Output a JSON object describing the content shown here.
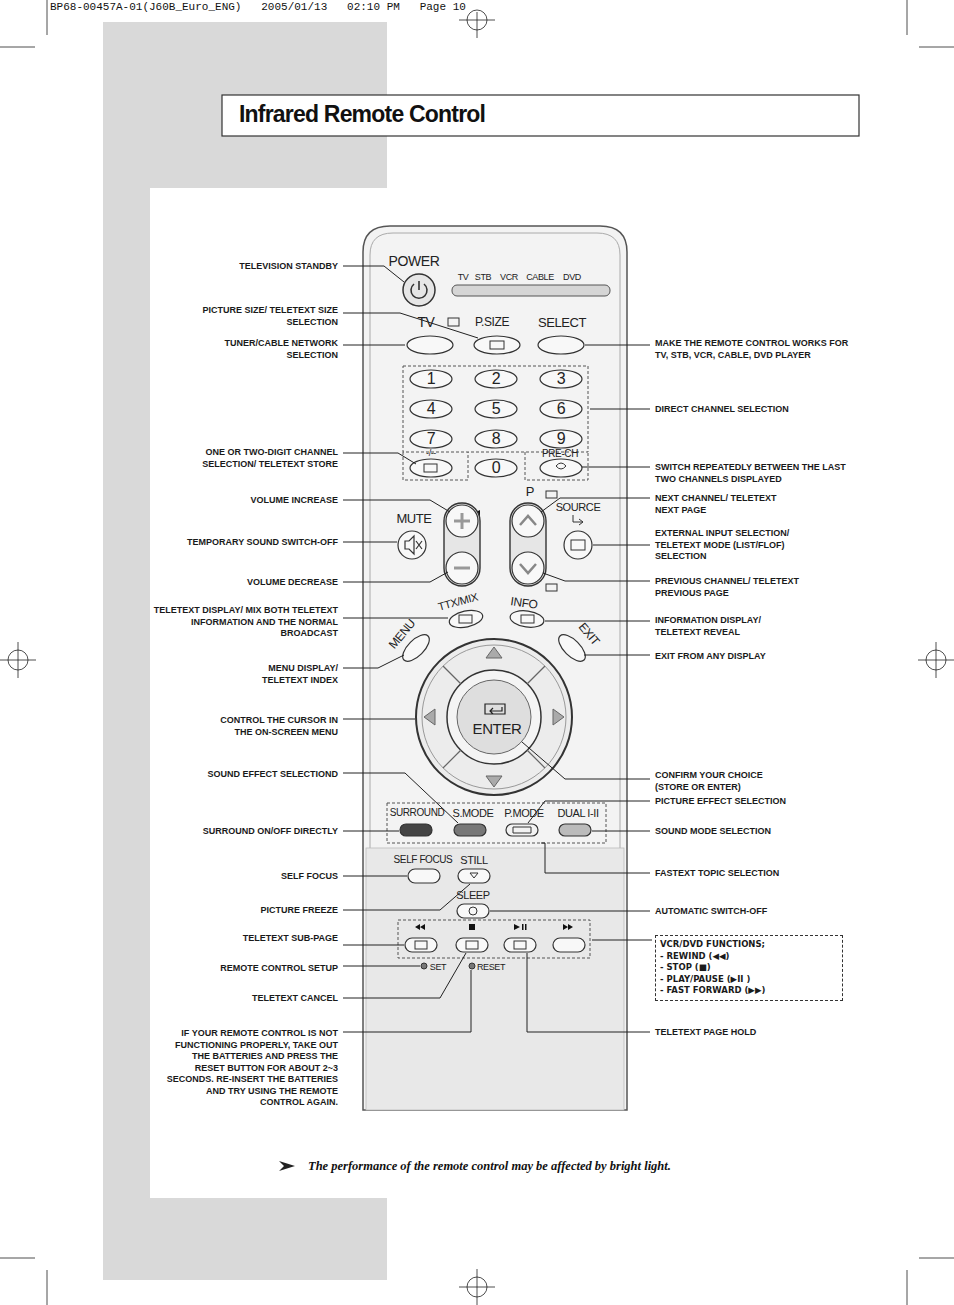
{
  "diagram": {
    "title": "Infrared Remote Control",
    "caption": "The performance of the remote control may be affected by bright light.",
    "nodes": [
      {
        "text": [
          "VCR/DVD FUNCTIONS;",
          "- REWIND (◀◀)",
          "- STOP (■)",
          "- PLAY/PAUSE (▶II )",
          "- FAST FORWARD (▶▶)"
        ]
      }
    ],
    "labels": [
      "BP68-00457A-01(J60B_Euro_ENG)   2005/01/13   02:10 PM   Page 10",
      "TELEVISION STANDBY",
      "PICTURE SIZE/ TELETEXT SIZE SELECTION",
      "TUNER/CABLE NETWORK SELECTION",
      "ONE OR TWO-DIGIT CHANNEL SELECTION/ TELETEXT STORE",
      "VOLUME INCREASE",
      "TEMPORARY SOUND SWITCH-OFF",
      "VOLUME DECREASE",
      "TELETEXT DISPLAY/ MIX BOTH TELETEXT INFORMATION AND THE NORMAL BROADCAST",
      "MENU DISPLAY/ TELETEXT INDEX",
      "CONTROL THE CURSOR IN THE ON-SCREEN MENU",
      "SOUND EFFECT SELECTIOND",
      "SURROUND ON/OFF DIRECTLY",
      "SELF FOCUS",
      "PICTURE FREEZE",
      "TELETEXT SUB-PAGE",
      "REMOTE CONTROL SETUP",
      "TELETEXT CANCEL",
      "IF YOUR REMOTE CONTROL IS NOT FUNCTIONING PROPERLY, TAKE OUT THE BATTERIES AND PRESS THE RESET BUTTON FOR ABOUT 2~3 SECONDS. RE-INSERT THE BATTERIES AND TRY USING THE REMOTE CONTROL AGAIN.",
      "MAKE THE REMOTE CONTROL WORKS FOR TV, STB, VCR, CABLE, DVD PLAYER",
      "DIRECT CHANNEL SELECTION",
      "SWITCH REPEATEDLY BETWEEN THE LAST TWO CHANNELS DISPLAYED",
      "NEXT CHANNEL/ TELETEXT NEXT PAGE",
      "EXTERNAL INPUT SELECTION/ TELETEXT MODE (LIST/FLOF) SELECTION",
      "PREVIOUS CHANNEL/ TELETEXT PREVIOUS PAGE",
      "INFORMATION DISPLAY/ TELETEXT REVEAL",
      "EXIT FROM ANY DISPLAY",
      "CONFIRM YOUR CHOICE (STORE OR ENTER)",
      "PICTURE EFFECT SELECTION",
      "SOUND MODE SELECTION",
      "FASTEXT TOPIC SELECTION",
      "AUTOMATIC SWITCH-OFF",
      "TELETEXT PAGE HOLD",
      "POWER",
      "TV",
      "STB",
      "VCR",
      "CABLE",
      "DVD",
      "TV",
      "P.SIZE",
      "SELECT",
      "1",
      "2",
      "3",
      "4",
      "5",
      "6",
      "7",
      "8",
      "9",
      "-/--",
      "0",
      "PRE-CH",
      "P",
      "SOURCE",
      "MUTE",
      "TTX/MIX",
      "INFO",
      "MENU",
      "EXIT",
      "ENTER",
      "SURROUND",
      "S.MODE",
      "P.MODE",
      "DUAL I-II",
      "SELF FOCUS",
      "STILL",
      "SLEEP",
      "SET",
      "RESET"
    ]
  }
}
